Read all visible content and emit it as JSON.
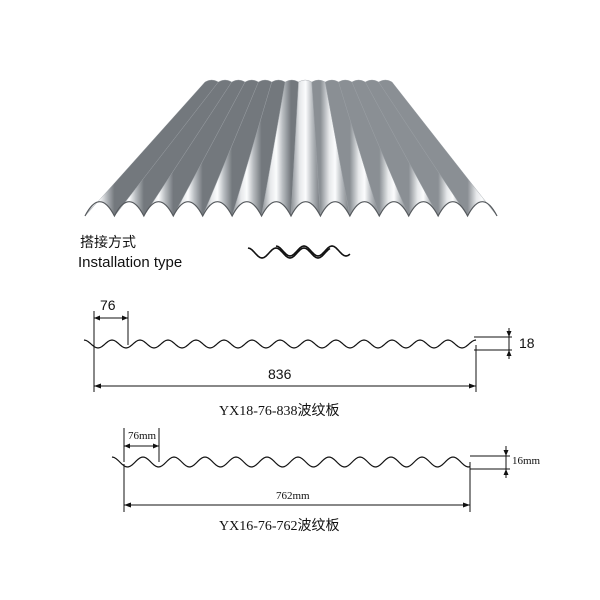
{
  "installation": {
    "label_cn": "搭接方式",
    "label_en": "Installation type"
  },
  "profiles": [
    {
      "pitch_label": "76",
      "height_label": "18",
      "width_label": "836",
      "caption": "YX18-76-838波纹板"
    },
    {
      "pitch_label": "76mm",
      "height_label": "16mm",
      "width_label": "762mm",
      "caption": "YX16-76-762波纹板"
    }
  ],
  "colors": {
    "metal_light": "#f4f6f8",
    "metal_dark": "#6e7378",
    "line": "#111111"
  }
}
